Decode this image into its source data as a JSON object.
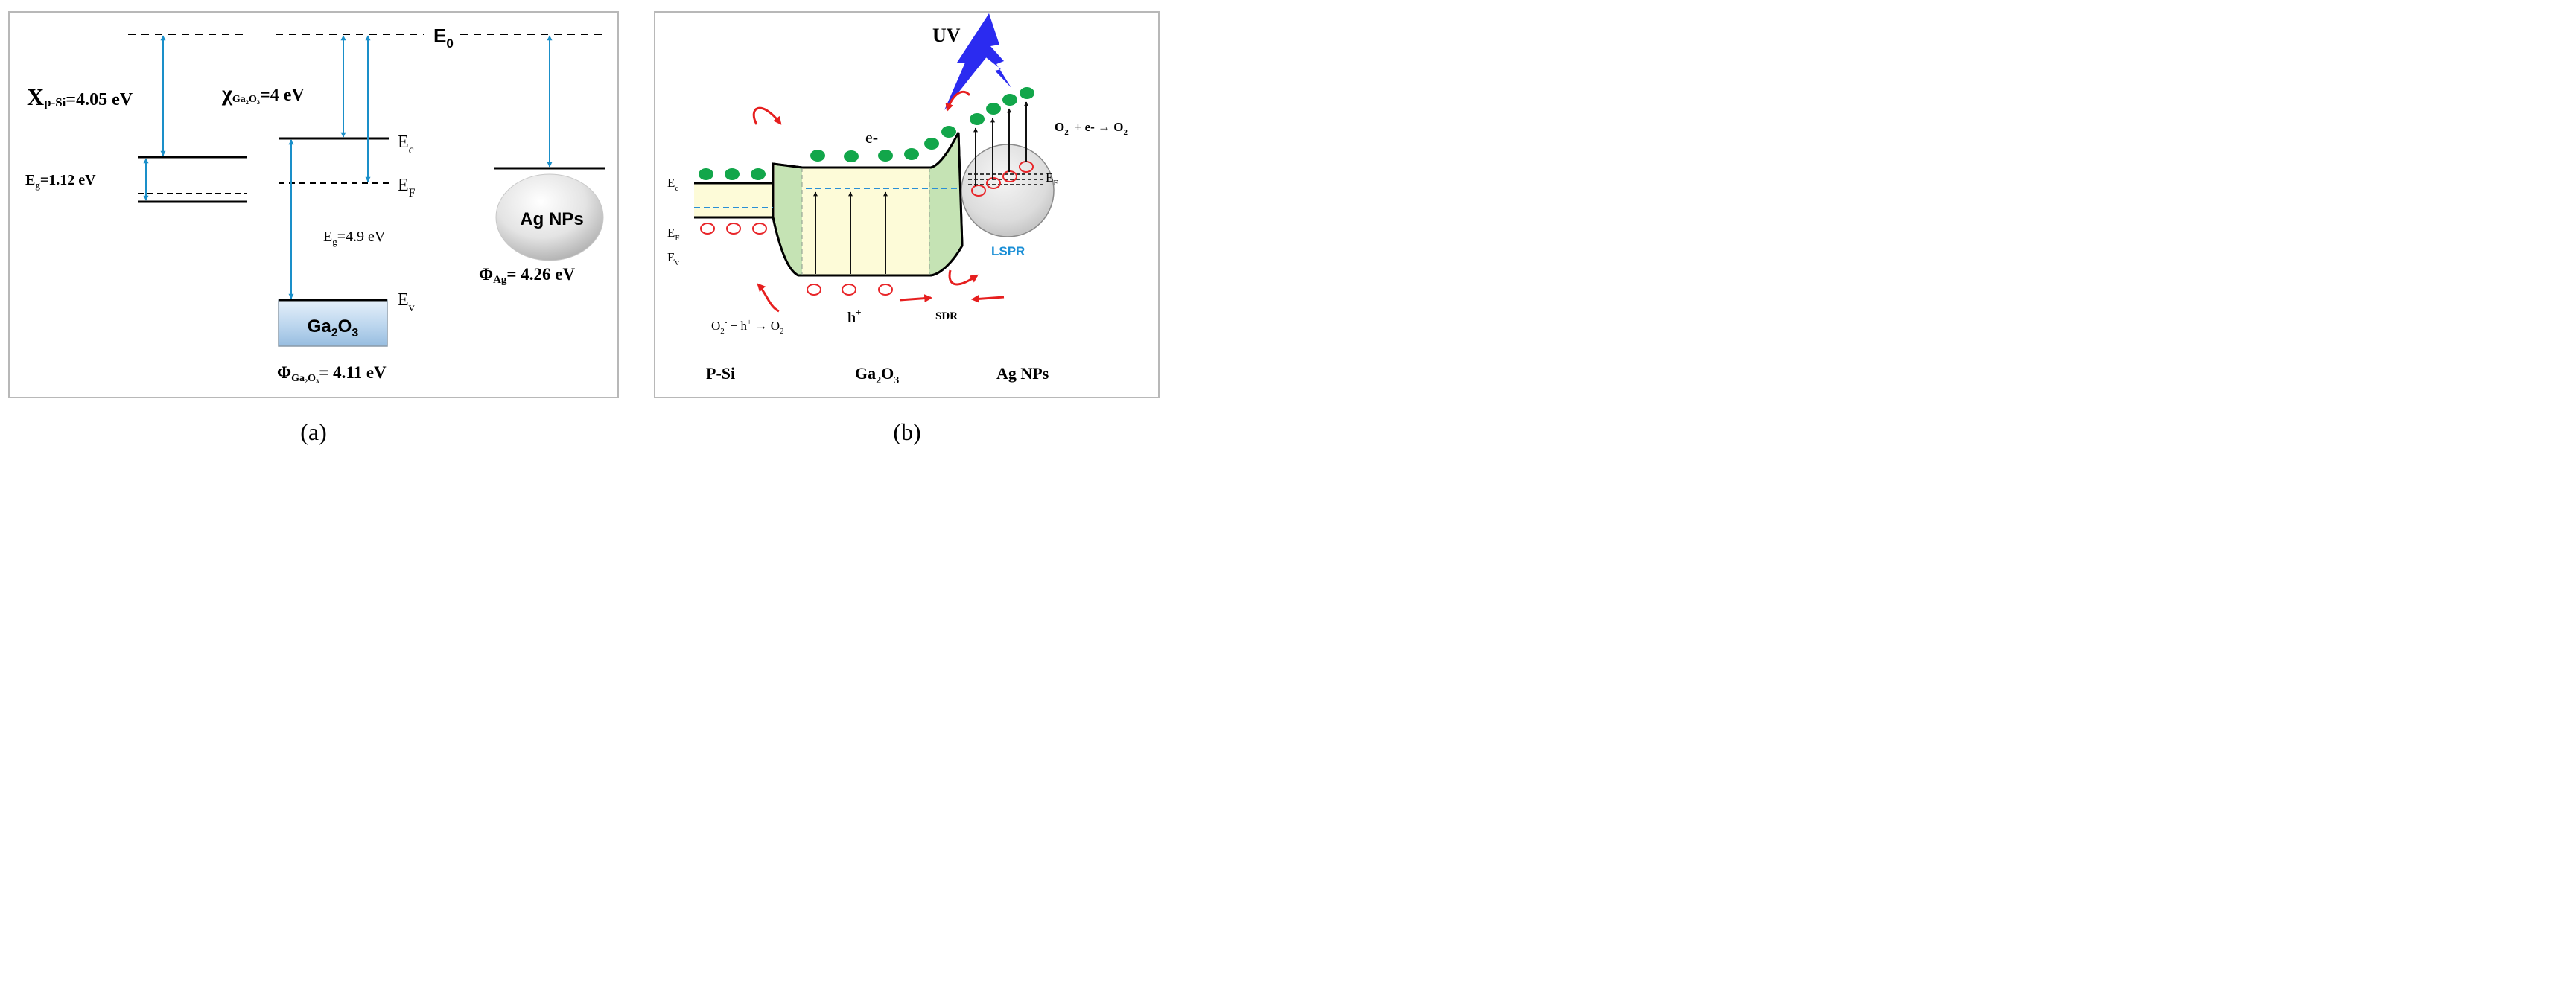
{
  "colors": {
    "frame": "#b8b8b8",
    "arrow_blue": "#1a8fc9",
    "dashed_blue": "#2a8fd6",
    "electron_green": "#12a64a",
    "hole_red": "#e8262a",
    "curve_red": "#e61f1f",
    "band_green": "#c5e3b4",
    "band_yellow": "#fdfbd8",
    "uv_blue": "#2b2bf0",
    "lspr_blue": "#1b8fd6"
  },
  "panel_a": {
    "caption": "(a)",
    "e0_label": "E",
    "e0_sub": "0",
    "chi_psi_main": "X",
    "chi_psi_sub": "p-Si",
    "chi_psi_value": "=4.05 eV",
    "chi_ga_main": "χ",
    "chi_ga_sub": "Ga₂O₃",
    "chi_ga_value": "=4 eV",
    "eg_si_main": "E",
    "eg_si_sub": "g",
    "eg_si_value": "=1.12 eV",
    "ec_main": "E",
    "ec_sub": "c",
    "ef_main": "E",
    "ef_sub": "F",
    "eg_ga_main": "E",
    "eg_ga_sub": "g",
    "eg_ga_value": "=4.9 eV",
    "ev_main": "E",
    "ev_sub": "v",
    "ga2o3_box_main": "Ga",
    "ga2o3_box_sub1": "2",
    "ga2o3_box_mid": "O",
    "ga2o3_box_sub2": "3",
    "phi_ga_main": "Φ",
    "phi_ga_sub": "Ga₂O₃",
    "phi_ga_value": "= 4.11 eV",
    "ag_nps_label": "Ag NPs",
    "phi_ag_main": "Φ",
    "phi_ag_sub": "Ag",
    "phi_ag_value": "= 4.26 eV"
  },
  "panel_b": {
    "caption": "(b)",
    "uv_label": "UV",
    "e_minus_label": "e-",
    "ec_main": "E",
    "ec_sub": "c",
    "ef_main": "E",
    "ef_sub": "F",
    "ev_main": "E",
    "ev_sub": "v",
    "ef_ag_main": "E",
    "ef_ag_sub": "F",
    "lspr_label": "LSPR",
    "reaction_right_a": "O",
    "reaction_right_sub": "2",
    "reaction_right_sup": "-",
    "reaction_right_b": " + e- → O",
    "reaction_right_sub2": "2",
    "reaction_left_a": "O",
    "reaction_left_sub": "2",
    "reaction_left_sup": "-",
    "reaction_left_b": " + h",
    "reaction_left_sup2": "+",
    "reaction_left_c": " → O",
    "reaction_left_sub2": "2",
    "h_plus_main": "h",
    "h_plus_sup": "+",
    "sdr_label": "SDR",
    "psi_label": "P-Si",
    "ga_label_main": "Ga",
    "ga_label_sub1": "2",
    "ga_label_mid": "O",
    "ga_label_sub2": "3",
    "ag_label": "Ag NPs"
  }
}
